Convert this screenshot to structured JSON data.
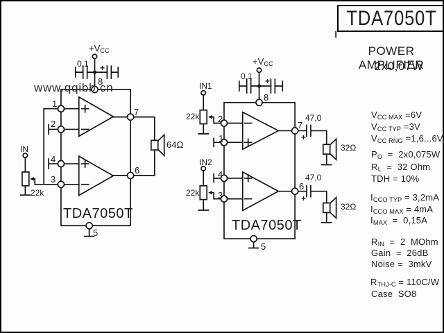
{
  "header": {
    "title": "TDA7050T",
    "subtitle1": "POWER AMPLIFIER",
    "subtitle2": "2x0,07W"
  },
  "watermark": "www.qqibb.cn",
  "specs": {
    "lines": [
      {
        "parts": [
          {
            "t": "V"
          },
          {
            "t": "CC",
            "s": 1
          },
          {
            "t": " MAX",
            "s": 1
          },
          {
            "t": " =6V"
          }
        ]
      },
      {
        "parts": [
          {
            "t": "V"
          },
          {
            "t": "CC",
            "s": 1
          },
          {
            "t": " TYP",
            "s": 1
          },
          {
            "t": " =3V"
          }
        ]
      },
      {
        "parts": [
          {
            "t": "V"
          },
          {
            "t": "CC",
            "s": 1
          },
          {
            "t": " RNG",
            "s": 1
          },
          {
            "t": " =1,6...6V"
          }
        ]
      },
      {
        "parts": [
          {
            "t": "P"
          },
          {
            "t": "O",
            "s": 1
          },
          {
            "t": "  =  2x0,075W"
          }
        ]
      },
      {
        "parts": [
          {
            "t": "R"
          },
          {
            "t": "L",
            "s": 1
          },
          {
            "t": "  =  32 Ohm"
          }
        ]
      },
      {
        "parts": [
          {
            "t": "TDH = 10%"
          }
        ]
      },
      {
        "parts": [
          {
            "t": "I"
          },
          {
            "t": "CCO",
            "s": 1
          },
          {
            "t": " TYP",
            "s": 1
          },
          {
            "t": " = 3,2mA"
          }
        ]
      },
      {
        "parts": [
          {
            "t": "I"
          },
          {
            "t": "CCO",
            "s": 1
          },
          {
            "t": " MAX",
            "s": 1
          },
          {
            "t": " = 4mA"
          }
        ]
      },
      {
        "parts": [
          {
            "t": "I"
          },
          {
            "t": "MAX",
            "s": 1
          },
          {
            "t": "  =  0,15A"
          }
        ]
      },
      {
        "parts": [
          {
            "t": "R"
          },
          {
            "t": "IN",
            "s": 1
          },
          {
            "t": "  =  2  MOhm"
          }
        ]
      },
      {
        "parts": [
          {
            "t": "Gain  =  26dB"
          }
        ]
      },
      {
        "parts": [
          {
            "t": "Noise =  3mkV"
          }
        ]
      },
      {
        "parts": [
          {
            "t": "R"
          },
          {
            "t": "THJ-C",
            "s": 1
          },
          {
            "t": " = 110C/W"
          }
        ]
      },
      {
        "parts": [
          {
            "t": "Case  SO8"
          }
        ]
      }
    ]
  },
  "left": {
    "vcc": {
      "parts": [
        {
          "t": "+V"
        },
        {
          "t": "CC",
          "s": 1
        }
      ]
    },
    "cap_value": "0,1",
    "cap_plus": "+",
    "pins": {
      "p1": "1",
      "p2": "2",
      "p3": "3",
      "p4": "4",
      "p5": "5",
      "p6": "6",
      "p7": "7",
      "p8": "8"
    },
    "input_label": "IN",
    "pot_value": "22k",
    "ic_name": "TDA7050T",
    "speaker_value": "64Ω"
  },
  "right": {
    "vcc": {
      "parts": [
        {
          "t": "+V"
        },
        {
          "t": "CC",
          "s": 1
        }
      ]
    },
    "cap_value": "0,1",
    "cap_plus": "+",
    "pins": {
      "p1": "1",
      "p2": "2",
      "p3": "3",
      "p4": "4",
      "p5": "5",
      "p6": "6",
      "p7": "7",
      "p8": "8"
    },
    "input1_label": "IN1",
    "input2_label": "IN2",
    "pot1_value": "22k",
    "pot2_value": "22k",
    "out1_cap": "47,0",
    "out1_plus": "+",
    "out2_cap": "47,0",
    "out2_plus": "+",
    "ic_name": "TDA7050T",
    "speaker1_value": "32Ω",
    "speaker2_value": "32Ω"
  },
  "colors": {
    "ink": "#141414",
    "paper": "#fdfdfc"
  }
}
